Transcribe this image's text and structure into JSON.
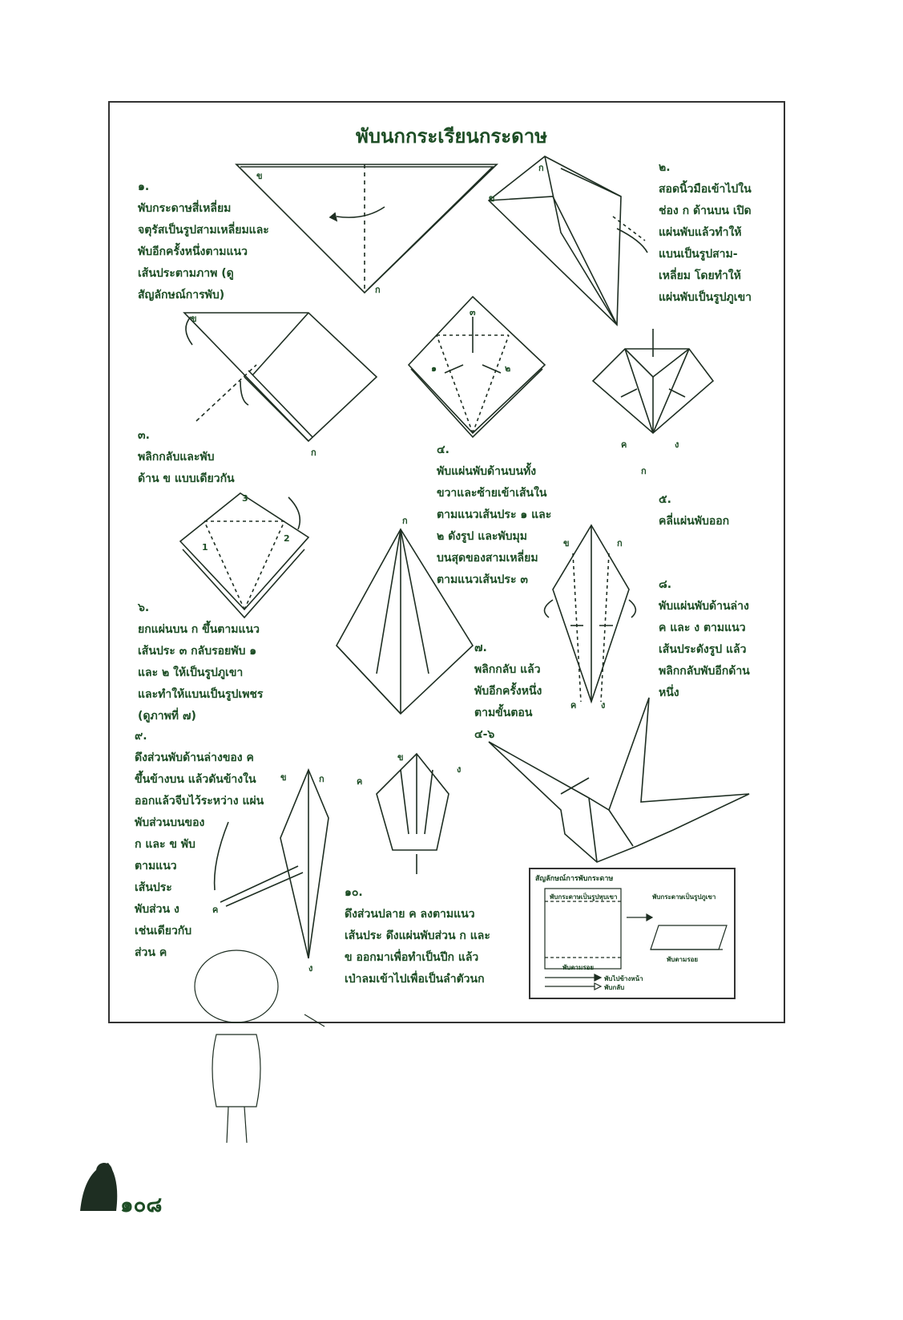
{
  "title": "พับนกกระเรียนกระดาษ",
  "steps": {
    "s1": {
      "num": "๑.",
      "lines": [
        "พับกระดาษสี่เหลี่ยม",
        "จตุรัสเป็นรูปสามเหลี่ยมและ",
        "พับอีกครั้งหนึ่งตามแนว",
        "เส้นประตามภาพ (ดู",
        "สัญลักษณ์การพับ)"
      ]
    },
    "s2": {
      "num": "๒.",
      "lines": [
        "สอดนิ้วมือเข้าไปใน",
        "ช่อง ก ด้านบน เปิด",
        "แผ่นพับแล้วทำให้",
        "แบนเป็นรูปสาม-",
        "เหลี่ยม โดยทำให้",
        "แผ่นพับเป็นรูปภูเขา"
      ]
    },
    "s3": {
      "num": "๓.",
      "lines": [
        "พลิกกลับและพับ",
        "ด้าน ข แบบเดียวกัน"
      ]
    },
    "s4": {
      "num": "๔.",
      "lines": [
        "พับแผ่นพับด้านบนทั้ง",
        "ขวาและซ้ายเข้าเส้นใน",
        "ตามแนวเส้นประ ๑ และ",
        "๒ ดังรูป และพับมุม",
        "บนสุดของสามเหลี่ยม",
        "ตามแนวเส้นประ ๓"
      ]
    },
    "s5": {
      "num": "๕.",
      "lines": [
        "คลี่แผ่นพับออก"
      ]
    },
    "s6": {
      "num": "๖.",
      "lines": [
        "ยกแผ่นบน ก ขึ้นตามแนว",
        "เส้นประ ๓ กลับรอยพับ ๑",
        "และ ๒ ให้เป็นรูปภูเขา",
        "และทำให้แบนเป็นรูปเพชร",
        "(ดูภาพที่ ๗)"
      ]
    },
    "s7": {
      "num": "๗.",
      "lines": [
        "พลิกกลับ แล้ว",
        "พับอีกครั้งหนึ่ง",
        "ตามขั้นตอน",
        "๔-๖"
      ]
    },
    "s8": {
      "num": "๘.",
      "lines": [
        "พับแผ่นพับด้านล่าง",
        "ค และ ง ตามแนว",
        "เส้นประดังรูป แล้ว",
        "พลิกกลับพับอีกด้าน",
        "หนึ่ง"
      ]
    },
    "s9": {
      "num": "๙.",
      "lines": [
        "ดึงส่วนพับด้านล่างของ ค",
        "ขึ้นข้างบน แล้วดันข้างใน",
        "ออกแล้วจีบไว้ระหว่าง แผ่น",
        "พับส่วนบนของ",
        "ก และ ข พับ",
        "ตามแนว",
        "เส้นประ",
        "พับส่วน ง",
        "เช่นเดียวกับ",
        "ส่วน ค"
      ]
    },
    "s10": {
      "num": "๑๐.",
      "lines": [
        "ดึงส่วนปลาย ค ลงตามแนว",
        "เส้นประ ดึงแผ่นพับส่วน ก และ",
        "ข ออกมาเพื่อทำเป็นปีก แล้ว",
        "เป่าลมเข้าไปเพื่อเป็นลำตัวนก"
      ]
    }
  },
  "diagram_labels": {
    "ko": "ก",
    "kho": "ข",
    "kho2": "ค",
    "ngo": "ง",
    "n1": "1",
    "n2": "2",
    "n3": "3",
    "t1": "๑",
    "t2": "๒",
    "t3": "๓"
  },
  "legend": {
    "title": "สัญลักษณ์การพับกระดาษ",
    "valley_label": "พับกระดาษเป็นรูปหุบเขา",
    "mountain_label": "พับกระดาษเป็นรูปภูเขา",
    "fold_line": "พับตามรอย",
    "fold_line2": "พับตามรอย",
    "arrow_front": "พับไปข้างหน้า",
    "arrow_back": "พับกลับ"
  },
  "page_number": "๑๐๘",
  "colors": {
    "ink": "#1d4d25",
    "line": "#1e2e22",
    "frame": "#333333"
  }
}
